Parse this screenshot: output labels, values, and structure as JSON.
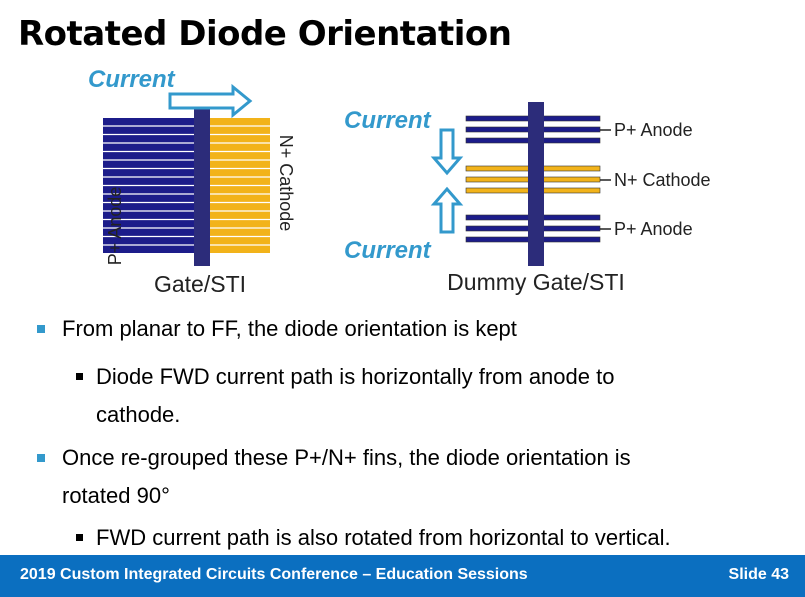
{
  "slide": {
    "title": "Rotated Diode Orientation"
  },
  "diagram_left": {
    "current_label": "Current",
    "anode_label": "P+ Anode",
    "cathode_label": "N+ Cathode",
    "caption": "Gate/STI"
  },
  "diagram_right": {
    "current_top_label": "Current",
    "current_bottom_label": "Current",
    "row_labels": [
      "P+ Anode",
      "N+ Cathode",
      "P+ Anode"
    ],
    "caption": "Dummy Gate/STI"
  },
  "bullets": [
    {
      "text_lines": [
        "From planar to FF, the diode orientation is kept"
      ]
    },
    {
      "text_lines": [
        "Diode FWD current path is horizontally from anode to",
        "cathode."
      ]
    },
    {
      "text_lines": [
        "Once re-grouped these P+/N+ fins, the diode orientation is",
        "rotated 90°"
      ]
    },
    {
      "text_lines": [
        "FWD current path is also rotated from horizontal to vertical."
      ]
    }
  ],
  "footer": {
    "conference": "2019 Custom Integrated Circuits Conference – Education Sessions",
    "slide_number": "Slide 43"
  },
  "colors": {
    "navy": "#1c1c8a",
    "gold": "#f2b31a",
    "accent_blue": "#3399cc",
    "footer_blue": "#0b6fc0"
  }
}
